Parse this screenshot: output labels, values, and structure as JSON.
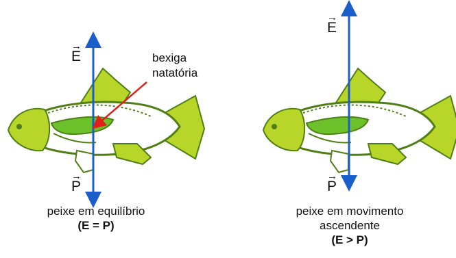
{
  "labels": {
    "bladder": [
      "bexiga",
      "natatória"
    ],
    "buoyancy_vector": "E",
    "weight_vector": "P"
  },
  "panels": [
    {
      "caption": "peixe em equilíbrio",
      "relation": "(E = P)"
    },
    {
      "caption": [
        "peixe em movimento",
        "ascendente"
      ],
      "relation": "(E > P)"
    }
  ],
  "colors": {
    "body_fill": "#ffffff",
    "fin_fill": "#b8d62a",
    "outline": "#4f7f14",
    "bladder_fill": "#6cc12a",
    "vector": "#1a5fc9",
    "pointer": "#e0201b"
  }
}
